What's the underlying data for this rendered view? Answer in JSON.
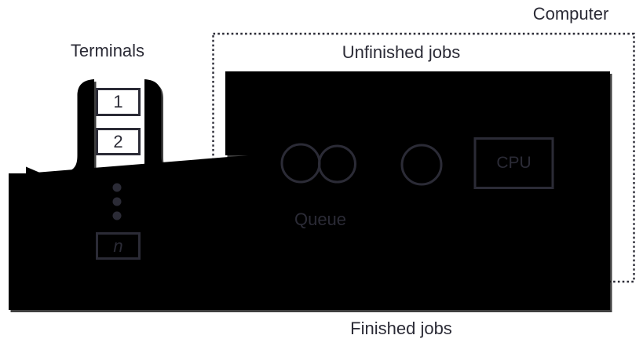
{
  "colors": {
    "ink": "#2b2b36",
    "shadow": "#8f8f99",
    "background": "#ffffff"
  },
  "computer": {
    "label": "Computer"
  },
  "terminals": {
    "label": "Terminals",
    "items": [
      "1",
      "2",
      "n"
    ]
  },
  "flow": {
    "unfinished_jobs": "Unfinished jobs",
    "finished_jobs": "Finished jobs"
  },
  "queue": {
    "label": "Queue"
  },
  "cpu": {
    "label": "CPU"
  }
}
